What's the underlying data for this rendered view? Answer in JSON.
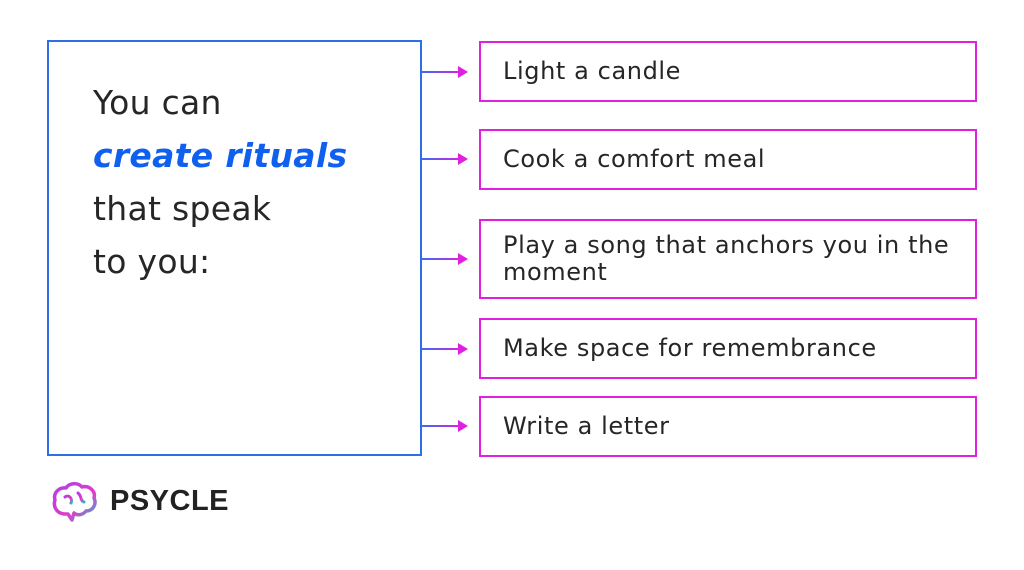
{
  "intro": {
    "line1": "You can",
    "line2_emphasis": "create rituals",
    "line3": "that speak",
    "line4": "to you:"
  },
  "rituals": [
    "Light a candle",
    "Cook a comfort meal",
    "Play a song that anchors you in the moment",
    "Make space for remembrance",
    "Write a letter"
  ],
  "brand": {
    "name": "PSYCLE",
    "icon": "brain-icon"
  },
  "colors": {
    "main_border": "#2e6fe6",
    "emphasis": "#1060f0",
    "item_border": "#e020e0",
    "arrow_gradient": [
      "#3b6cf0",
      "#d422e6"
    ],
    "text": "#262626"
  }
}
